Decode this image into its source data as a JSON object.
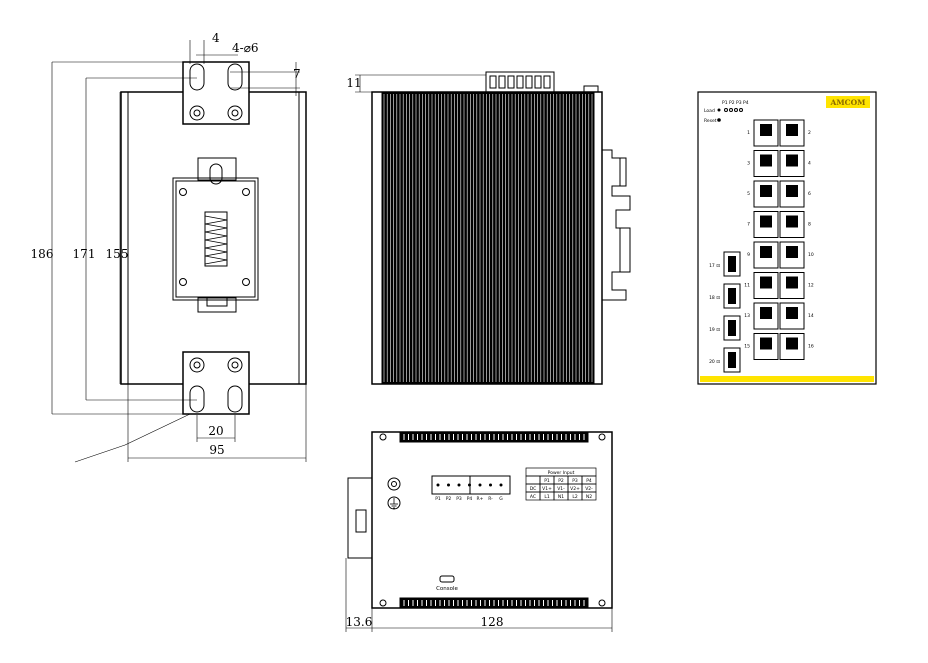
{
  "front_view": {
    "dim_hole_offset": "4",
    "dim_holes": "4-⌀6",
    "dim_7": "7",
    "dim_186": "186",
    "dim_171": "171",
    "dim_155": "155",
    "dim_20": "20",
    "dim_95": "95"
  },
  "side_view": {
    "dim_top": "11"
  },
  "panel_view": {
    "brand_logo": "AMCOM",
    "pwr_labels": "P1 P2 P3 P4",
    "load_label": "Load",
    "reset_label": "Reset",
    "port_left": [
      "1",
      "3",
      "5",
      "7",
      "9",
      "11",
      "13",
      "15"
    ],
    "port_right": [
      "2",
      "4",
      "6",
      "8",
      "10",
      "12",
      "14",
      "16"
    ],
    "sfp_ports": [
      "17",
      "18",
      "19",
      "20"
    ]
  },
  "bottom_view": {
    "console_label": "Console",
    "terminal_labels": [
      "P1",
      "P2",
      "P3",
      "P4",
      "R+",
      "R-",
      "G"
    ],
    "power_table_title": "Power Input",
    "power_table_rows": [
      [
        "",
        "P1",
        "P2",
        "P3",
        "P4"
      ],
      [
        "DC",
        "V1+",
        "V1-",
        "V2+",
        "V2-"
      ],
      [
        "AC",
        "L1",
        "N1",
        "L2",
        "N2"
      ]
    ],
    "dim_13_6": "13.6",
    "dim_128": "128"
  }
}
